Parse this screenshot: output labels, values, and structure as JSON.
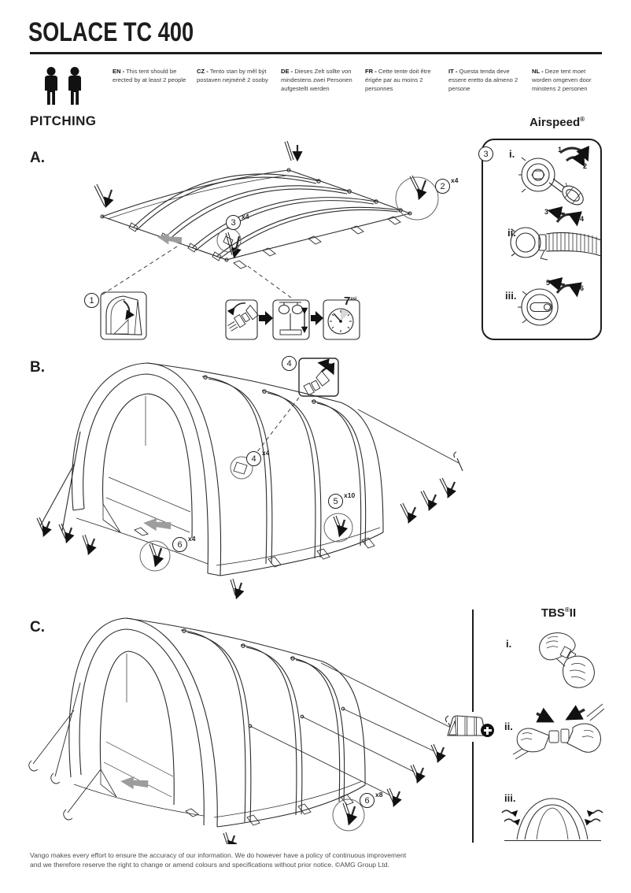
{
  "colors": {
    "ink": "#1d1d1b",
    "gray_arrow": "#9d9d9c"
  },
  "header": {
    "title": "SOLACE TC 400",
    "languages": [
      {
        "code": "EN -",
        "text": "This tent should be erected by at least 2 people"
      },
      {
        "code": "CZ -",
        "text": "Tento stan by měl být postaven nejméně 2 osoby"
      },
      {
        "code": "DE -",
        "text": "Dieses Zelt sollte von mindestens zwei Personen aufgestellt werden"
      },
      {
        "code": "FR -",
        "text": "Cette tente doit être érigée par au moins 2 personnes"
      },
      {
        "code": "IT -",
        "text": "Questa tenda deve essere eretto da almeno 2 persone"
      },
      {
        "code": "NL -",
        "text": "Deze tent moet worden omgeven door minstens 2 personen"
      }
    ]
  },
  "pitching_heading": "PITCHING",
  "sections": {
    "a_label": "A.",
    "b_label": "B.",
    "c_label": "C."
  },
  "callouts": {
    "a_step1": {
      "num": "1",
      "qty": ""
    },
    "a_step2": {
      "num": "2",
      "qty": "x4"
    },
    "a_step3": {
      "num": "3",
      "qty": "x4"
    },
    "airspeed_step": {
      "num": "3",
      "qty": ""
    },
    "b_step4_inset": {
      "num": "4",
      "qty": ""
    },
    "b_step4": {
      "num": "4",
      "qty": "x4"
    },
    "b_step5": {
      "num": "5",
      "qty": "x10"
    },
    "b_step6": {
      "num": "6",
      "qty": "x4"
    },
    "c_step6": {
      "num": "6",
      "qty": "x8"
    }
  },
  "gauge": {
    "value": "7",
    "unit": "psi"
  },
  "airspeed": {
    "title": "Airspeed",
    "reg": "®",
    "steps": [
      {
        "label": "i.",
        "n1": "1",
        "n2": "2"
      },
      {
        "label": "ii.",
        "n1": "3",
        "n2": "4"
      },
      {
        "label": "iii.",
        "n1": "5",
        "n2": "6"
      }
    ]
  },
  "tbs": {
    "title": "TBS",
    "reg": "®",
    "suffix": "II",
    "steps": [
      {
        "label": "i."
      },
      {
        "label": "ii."
      },
      {
        "label": "iii."
      }
    ]
  },
  "footer": {
    "line1": "Vango makes every effort to ensure the accuracy of our information. We do however have a policy of continuous improvement",
    "line2": "and we therefore reserve the right to change or amend colours and specifications without prior notice. ©AMG Group Ltd."
  }
}
